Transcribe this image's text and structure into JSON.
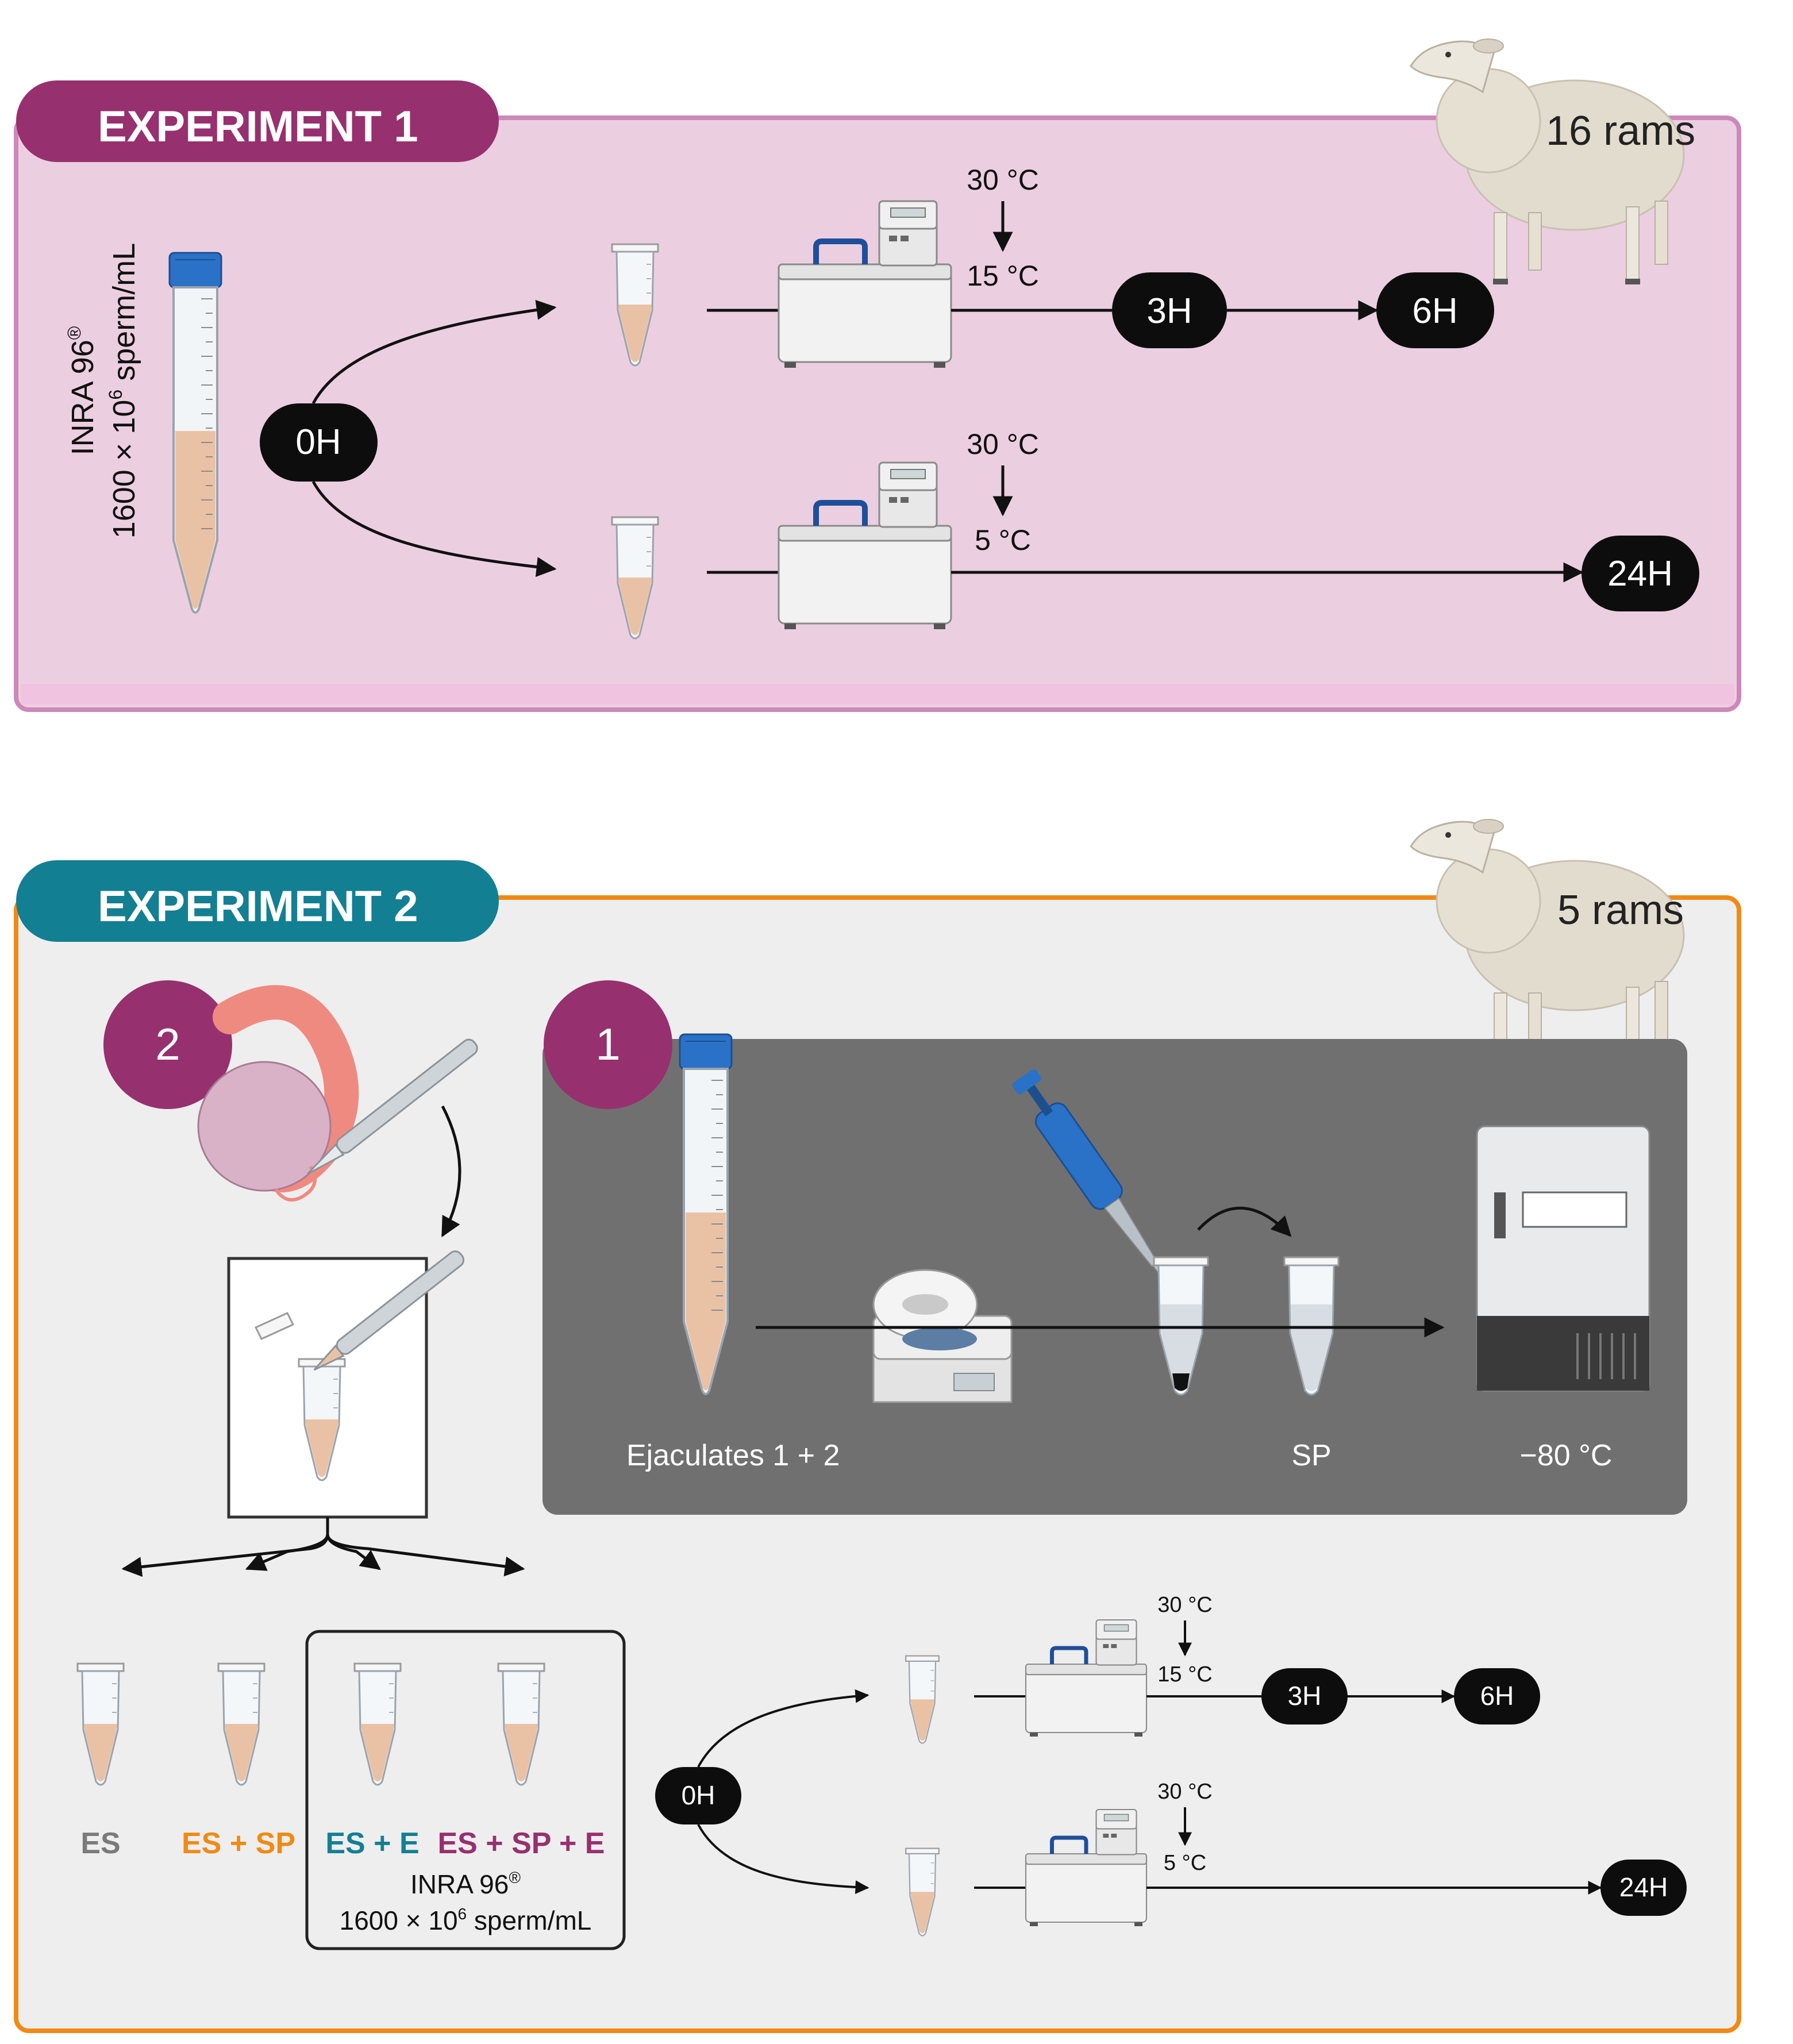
{
  "colors": {
    "exp1_banner": "#97306f",
    "exp1_panel": "#ebcfe1",
    "exp1_border": "#cc88b8",
    "exp2_banner": "#137f93",
    "exp2_panel": "#eeeeee",
    "exp2_border": "#f08a16",
    "dark_panel": "#707070",
    "pill": "#0d0d0d",
    "step_circle": "#97306f",
    "orange_label": "#f08a16",
    "teal_label": "#137f93",
    "purple_label": "#97306f",
    "gray_label": "#7a7a7a",
    "sample_fill": "#e9c2a6"
  },
  "experiment1": {
    "title": "EXPERIMENT 1",
    "rams": "16 rams",
    "tube_label_line1": "INRA 96",
    "tube_label_sup1": "®",
    "tube_label_line2_pre": "1600 × 10",
    "tube_label_sup2": "6",
    "tube_label_line2_post": " sperm/mL",
    "start": "0H",
    "branch_top": {
      "temp_from": "30 °C",
      "temp_to": "15 °C",
      "times": [
        "3H",
        "6H"
      ]
    },
    "branch_bottom": {
      "temp_from": "30 °C",
      "temp_to": "5 °C",
      "times": [
        "24H"
      ]
    }
  },
  "experiment2": {
    "title": "EXPERIMENT 2",
    "rams": "5 rams",
    "step1": "1",
    "step2": "2",
    "ejaculates": "Ejaculates 1 + 2",
    "sp": "SP",
    "freezer": "−80 °C",
    "groups": [
      "ES",
      "ES + SP",
      "ES + E",
      "ES + SP + E"
    ],
    "inra_line1": "INRA 96",
    "inra_sup1": "®",
    "inra_line2_pre": "1600 × 10",
    "inra_sup2": "6",
    "inra_line2_post": " sperm/mL",
    "start": "0H",
    "branch_top": {
      "temp_from": "30 °C",
      "temp_to": "15 °C",
      "times": [
        "3H",
        "6H"
      ]
    },
    "branch_bottom": {
      "temp_from": "30 °C",
      "temp_to": "5 °C",
      "times": [
        "24H"
      ]
    }
  }
}
